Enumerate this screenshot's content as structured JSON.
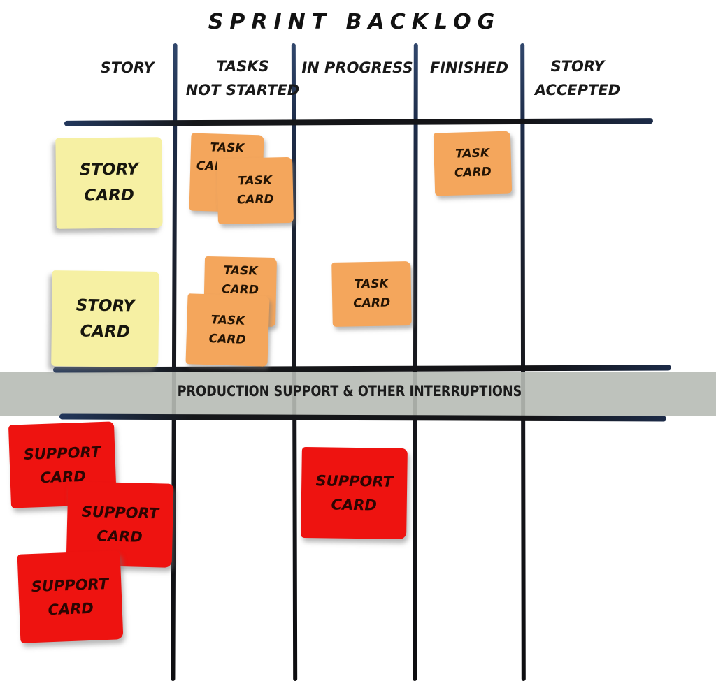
{
  "title": "SPRINT BACKLOG",
  "columns": [
    {
      "id": "story",
      "label_lines": [
        "STORY",
        ""
      ]
    },
    {
      "id": "tasks-not-started",
      "label_lines": [
        "TASKS",
        "NOT STARTED"
      ]
    },
    {
      "id": "in-progress",
      "label_lines": [
        "IN PROGRESS",
        ""
      ]
    },
    {
      "id": "finished",
      "label_lines": [
        "FINISHED",
        ""
      ]
    },
    {
      "id": "story-accepted",
      "label_lines": [
        "STORY",
        "ACCEPTED"
      ]
    }
  ],
  "band": {
    "label": "PRODUCTION SUPPORT & OTHER INTERRUPTIONS"
  },
  "colors": {
    "story_card": "#f6f0a3",
    "task_card": "#f4a65c",
    "support_card": "#ee1310",
    "band_bg": "#b7bbb5",
    "line_navy": "#2e4468",
    "line_black": "#141416"
  },
  "cards": [
    {
      "type": "story",
      "column": "story",
      "row": "sprint",
      "line1": "STORY",
      "line2": "CARD"
    },
    {
      "type": "task",
      "column": "tasks-not-started",
      "row": "sprint",
      "line1": "TASK",
      "line2": "CARD"
    },
    {
      "type": "task",
      "column": "tasks-not-started",
      "row": "sprint",
      "line1": "TASK",
      "line2": "CARD"
    },
    {
      "type": "task",
      "column": "finished",
      "row": "sprint",
      "line1": "TASK",
      "line2": "CARD"
    },
    {
      "type": "story",
      "column": "story",
      "row": "sprint2",
      "line1": "STORY",
      "line2": "CARD"
    },
    {
      "type": "task",
      "column": "tasks-not-started",
      "row": "sprint2",
      "line1": "TASK",
      "line2": "CARD"
    },
    {
      "type": "task",
      "column": "tasks-not-started",
      "row": "sprint2",
      "line1": "TASK",
      "line2": "CARD"
    },
    {
      "type": "task",
      "column": "in-progress",
      "row": "sprint2",
      "line1": "TASK",
      "line2": "CARD"
    },
    {
      "type": "support",
      "column": "story",
      "row": "support",
      "line1": "SUPPORT",
      "line2": "CARD"
    },
    {
      "type": "support",
      "column": "story",
      "row": "support",
      "line1": "SUPPORT",
      "line2": "CARD"
    },
    {
      "type": "support",
      "column": "story",
      "row": "support",
      "line1": "SUPPORT",
      "line2": "CARD"
    },
    {
      "type": "support",
      "column": "in-progress",
      "row": "support",
      "line1": "SUPPORT",
      "line2": "CARD"
    }
  ]
}
